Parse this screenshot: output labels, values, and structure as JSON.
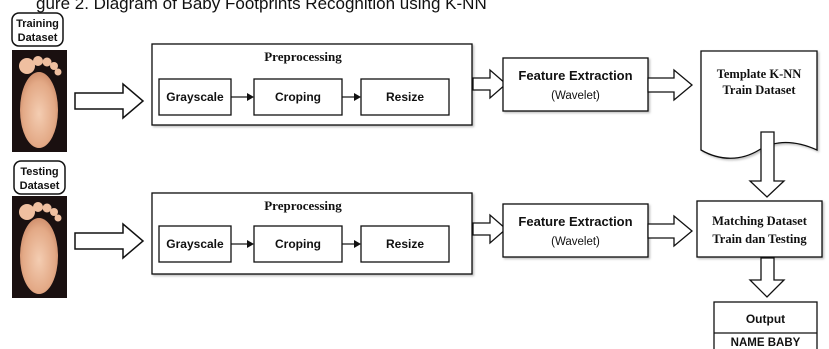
{
  "caption_partial": "gure 2. Diagram of Baby Footprints Recognition using K-NN",
  "training": {
    "label_line1": "Training",
    "label_line2": "Dataset",
    "preprocessing": {
      "title": "Preprocessing",
      "steps": [
        "Grayscale",
        "Croping",
        "Resize"
      ]
    },
    "feature": {
      "title": "Feature Extraction",
      "subtitle": "(Wavelet)"
    },
    "template": {
      "line1": "Template K-NN",
      "line2": "Train Dataset"
    }
  },
  "testing": {
    "label_line1": "Testing",
    "label_line2": "Dataset",
    "preprocessing": {
      "title": "Preprocessing",
      "steps": [
        "Grayscale",
        "Croping",
        "Resize"
      ]
    },
    "feature": {
      "title": "Feature Extraction",
      "subtitle": "(Wavelet)"
    },
    "matching": {
      "line1": "Matching Dataset",
      "line2": "Train dan Testing"
    }
  },
  "output": {
    "title": "Output",
    "value": "NAME BABY"
  },
  "colors": {
    "stroke": "#111111",
    "background": "#ffffff",
    "skin_light": "#f2c4a6",
    "skin_dark": "#d89a78",
    "photo_bg": "#1a1010"
  }
}
